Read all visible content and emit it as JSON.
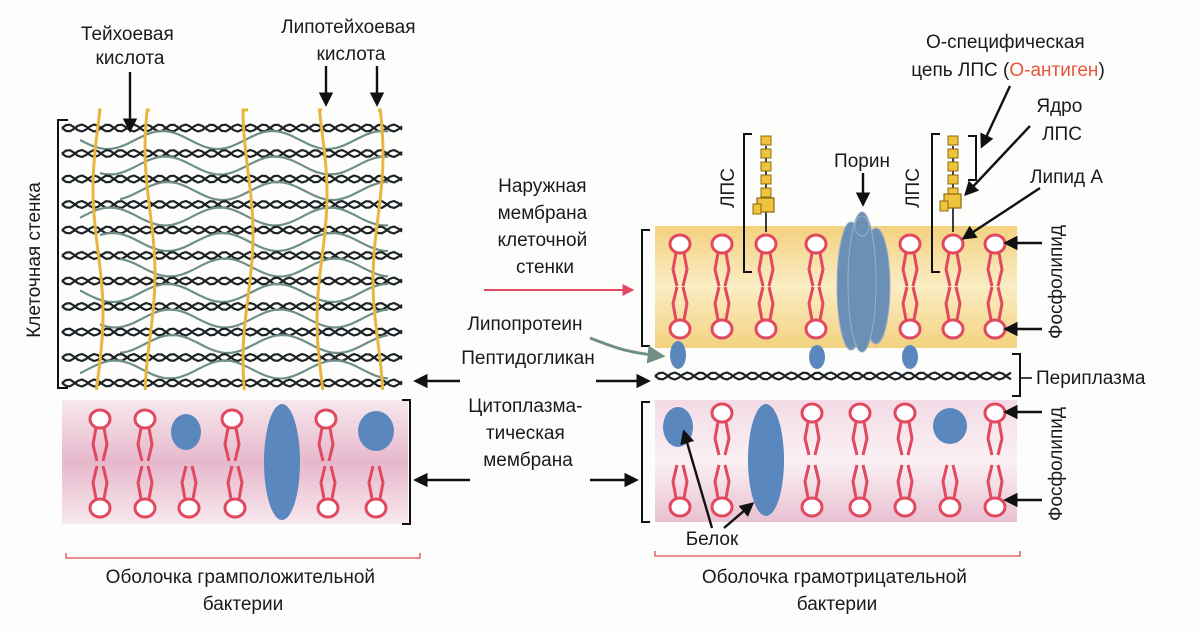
{
  "labels": {
    "teichoic_acid": [
      "Тейхоевая",
      "кислота"
    ],
    "lipoteichoic_acid": [
      "Липотейхоевая",
      "кислота"
    ],
    "cell_wall": "Клеточная стенка",
    "outer_membrane": [
      "Наружная",
      "мембрана",
      "клеточной",
      "стенки"
    ],
    "lipoprotein": "Липопротеин",
    "peptidoglycan": "Пептидогликан",
    "cytoplasmic_membrane": [
      "Цитоплазма-",
      "тическая",
      "мембрана"
    ],
    "o_specific_chain_line1": "О-специфическая",
    "o_specific_chain_line2_pre": "цепь ЛПС (",
    "o_antigen": "О-антиген",
    "o_specific_chain_line2_post": ")",
    "lps_core": [
      "Ядро",
      "ЛПС"
    ],
    "lipid_a": "Липид А",
    "porin": "Порин",
    "lps_left": "ЛПС",
    "lps_right": "ЛПС",
    "phospholipid_top": "Фосфолипид",
    "phospholipid_bottom": "Фосфолипид",
    "periplasm": "Периплазма",
    "protein": "Белок",
    "gram_positive_caption": [
      "Оболочка грамположительной",
      "бактерии"
    ],
    "gram_negative_caption": [
      "Оболочка грамотрицательной",
      "бактерии"
    ]
  },
  "colors": {
    "text": "#1a1a1a",
    "o_antigen": "#e8553e",
    "teichoic": "#e9b63d",
    "lipid": "#e0495f",
    "protein": "#5b87bf",
    "membrane_band": "#f1d6e2",
    "outer_band": "#f6dc9c",
    "caption_bracket": "#e36a6a",
    "red_arrow": "#e0495f",
    "lipoprotein_arrow": "#6f8f86"
  }
}
